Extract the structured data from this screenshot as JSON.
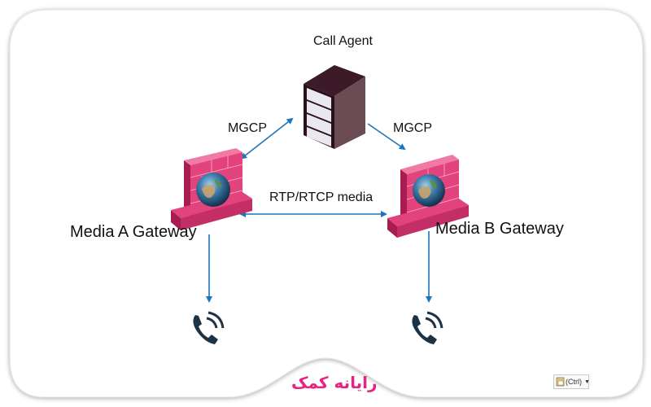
{
  "diagram": {
    "call_agent": {
      "label": "Call Agent",
      "icon": "server-icon"
    },
    "mgcp_left": {
      "label": "MGCP"
    },
    "mgcp_right": {
      "label": "MGCP"
    },
    "rtp_link": {
      "label": "RTP/RTCP media"
    },
    "gateway_a": {
      "label": "Media A Gateway",
      "icon": "firewall-globe-icon"
    },
    "gateway_b": {
      "label": "Media B Gateway",
      "icon": "firewall-globe-icon"
    },
    "phone_a": {
      "icon": "phone-icon"
    },
    "phone_b": {
      "icon": "phone-icon"
    }
  },
  "branding": {
    "text": "رایانه کمک",
    "color": "#e6237e"
  },
  "paste_options": {
    "label": "(Ctrl)",
    "icon": "clipboard-icon"
  },
  "colors": {
    "arrow": "#1b75bc",
    "server_dark": "#3d1a28",
    "server_side": "#6b4c55",
    "wall_pink": "#e2437c",
    "phone": "#1d3345"
  }
}
